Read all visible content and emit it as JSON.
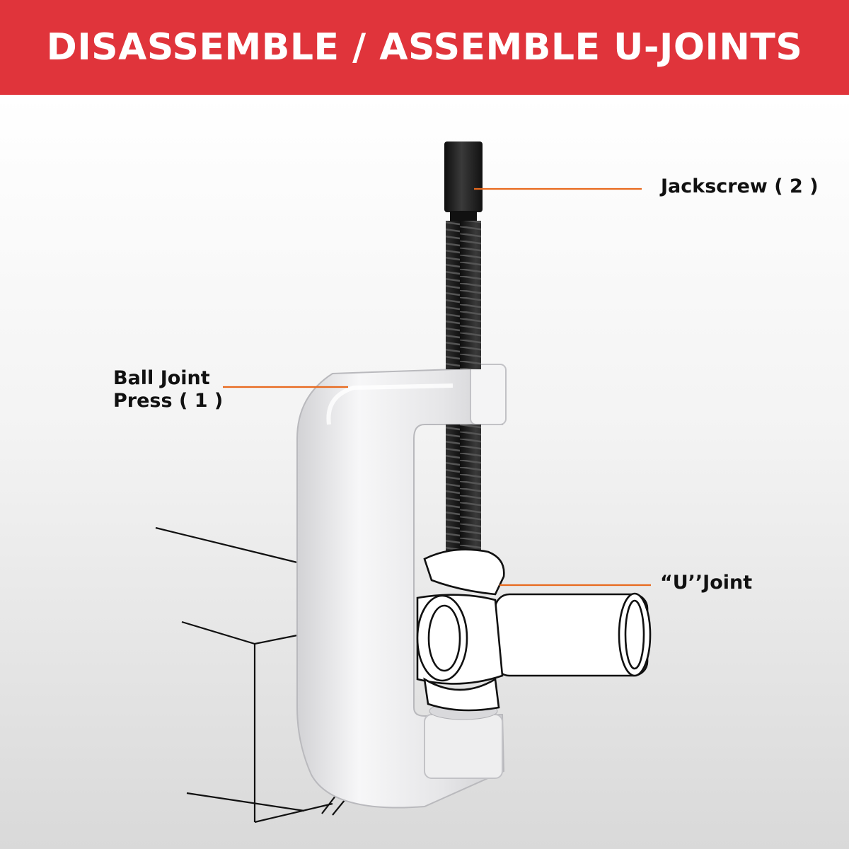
{
  "banner": {
    "title": "DISASSEMBLE / ASSEMBLE U-JOINTS",
    "background": "#e0343b",
    "text_color": "#ffffff"
  },
  "callouts": {
    "jackscrew": "Jackscrew ( 2 )",
    "ball_joint_press_line1": "Ball Joint",
    "ball_joint_press_line2": "Press ( 1 )",
    "u_joint": "“U’’Joint"
  },
  "colors": {
    "leader_line": "#e86a1e",
    "backdrop_light": "#f2f2f2",
    "backdrop_dark": "#dcdcdc",
    "tool_silver": "#e4e4e6",
    "screw_black": "#1c1c1c"
  }
}
